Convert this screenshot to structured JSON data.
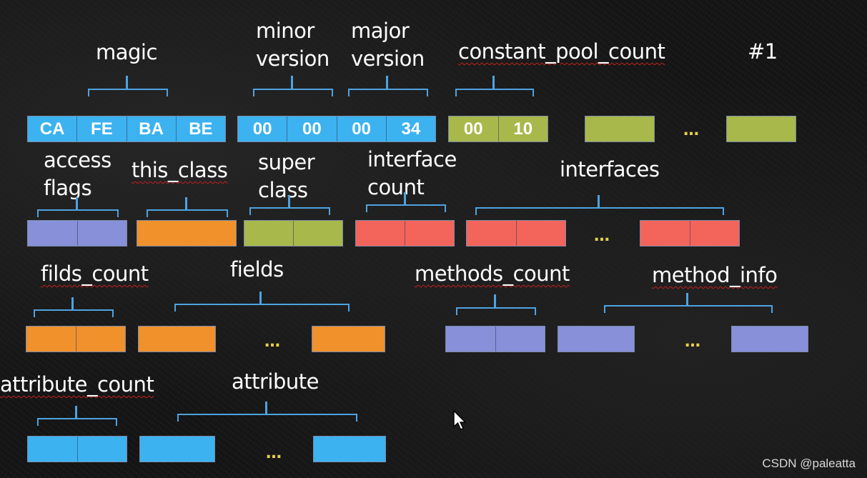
{
  "colors": {
    "blue": "#3cb2f0",
    "olive": "#a9b84a",
    "purple": "#8790d9",
    "orange": "#f0912c",
    "red": "#f3645a",
    "brace": "#4ea3e0",
    "dots": "#e6d24a"
  },
  "labels": {
    "magic": "magic",
    "minor_version": "minor\nversion",
    "major_version": "major\nversion",
    "constant_pool_count": "constant_pool_count",
    "cp_index": "#1",
    "access_flags": "access\nflags",
    "this_class": "this_class",
    "super_class": "super\nclass",
    "interface_count": "interface\ncount",
    "interfaces": "interfaces",
    "filds_count": "filds_count",
    "fields": "fields",
    "methods_count": "methods_count",
    "method_info": "method_info",
    "attribute_count": "attribute_count",
    "attribute": "attribute"
  },
  "bytes": {
    "magic": [
      "CA",
      "FE",
      "BA",
      "BE"
    ],
    "minor_version": [
      "00",
      "00"
    ],
    "major_version": [
      "00",
      "34"
    ],
    "constant_pool_count": [
      "00",
      "10"
    ]
  },
  "ellipsis": "…",
  "watermark": "CSDN @paleatta"
}
